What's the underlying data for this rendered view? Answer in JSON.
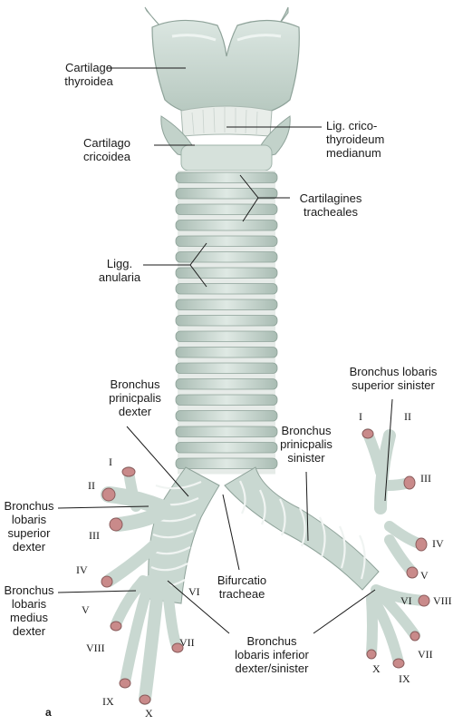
{
  "figure_label": "a",
  "labels": {
    "cartilago_thyroidea": [
      "Cartilago",
      "thyroidea"
    ],
    "lig_cricothyroideum": [
      "Lig. crico-",
      "thyroideum",
      "medianum"
    ],
    "cartilago_cricoidea": [
      "Cartilago",
      "cricoidea"
    ],
    "cartilagines_tracheales": [
      "Cartilagines",
      "tracheales"
    ],
    "ligg_anularia": [
      "Ligg.",
      "anularia"
    ],
    "bronchus_principalis_dexter": [
      "Bronchus",
      "prinicpalis",
      "dexter"
    ],
    "bronchus_lobaris_superior_sinister": [
      "Bronchus lobaris",
      "superior sinister"
    ],
    "bronchus_principalis_sinister": [
      "Bronchus",
      "prinicpalis",
      "sinister"
    ],
    "bronchus_lobaris_superior_dexter": [
      "Bronchus",
      "lobaris",
      "superior",
      "dexter"
    ],
    "bronchus_lobaris_medius_dexter": [
      "Bronchus",
      "lobaris",
      "medius",
      "dexter"
    ],
    "bifurcatio_tracheae": [
      "Bifurcatio",
      "tracheae"
    ],
    "bronchus_lobaris_inferior": [
      "Bronchus",
      "lobaris inferior",
      "dexter/sinister"
    ]
  },
  "segments_right": [
    "I",
    "II",
    "III",
    "IV",
    "V",
    "VI",
    "VII",
    "VIII",
    "IX",
    "X"
  ],
  "segments_left": [
    "I",
    "II",
    "III",
    "IV",
    "V",
    "VI",
    "VII",
    "VIII",
    "IX",
    "X"
  ],
  "colors": {
    "cartilage": "#cfdcd6",
    "cartilage_dark": "#9fb3aa",
    "ligament": "#e6ebe8",
    "lumen": "#c98a8a",
    "lumen_inner": "#f3d7d4",
    "leader": "#1a1a1a"
  }
}
